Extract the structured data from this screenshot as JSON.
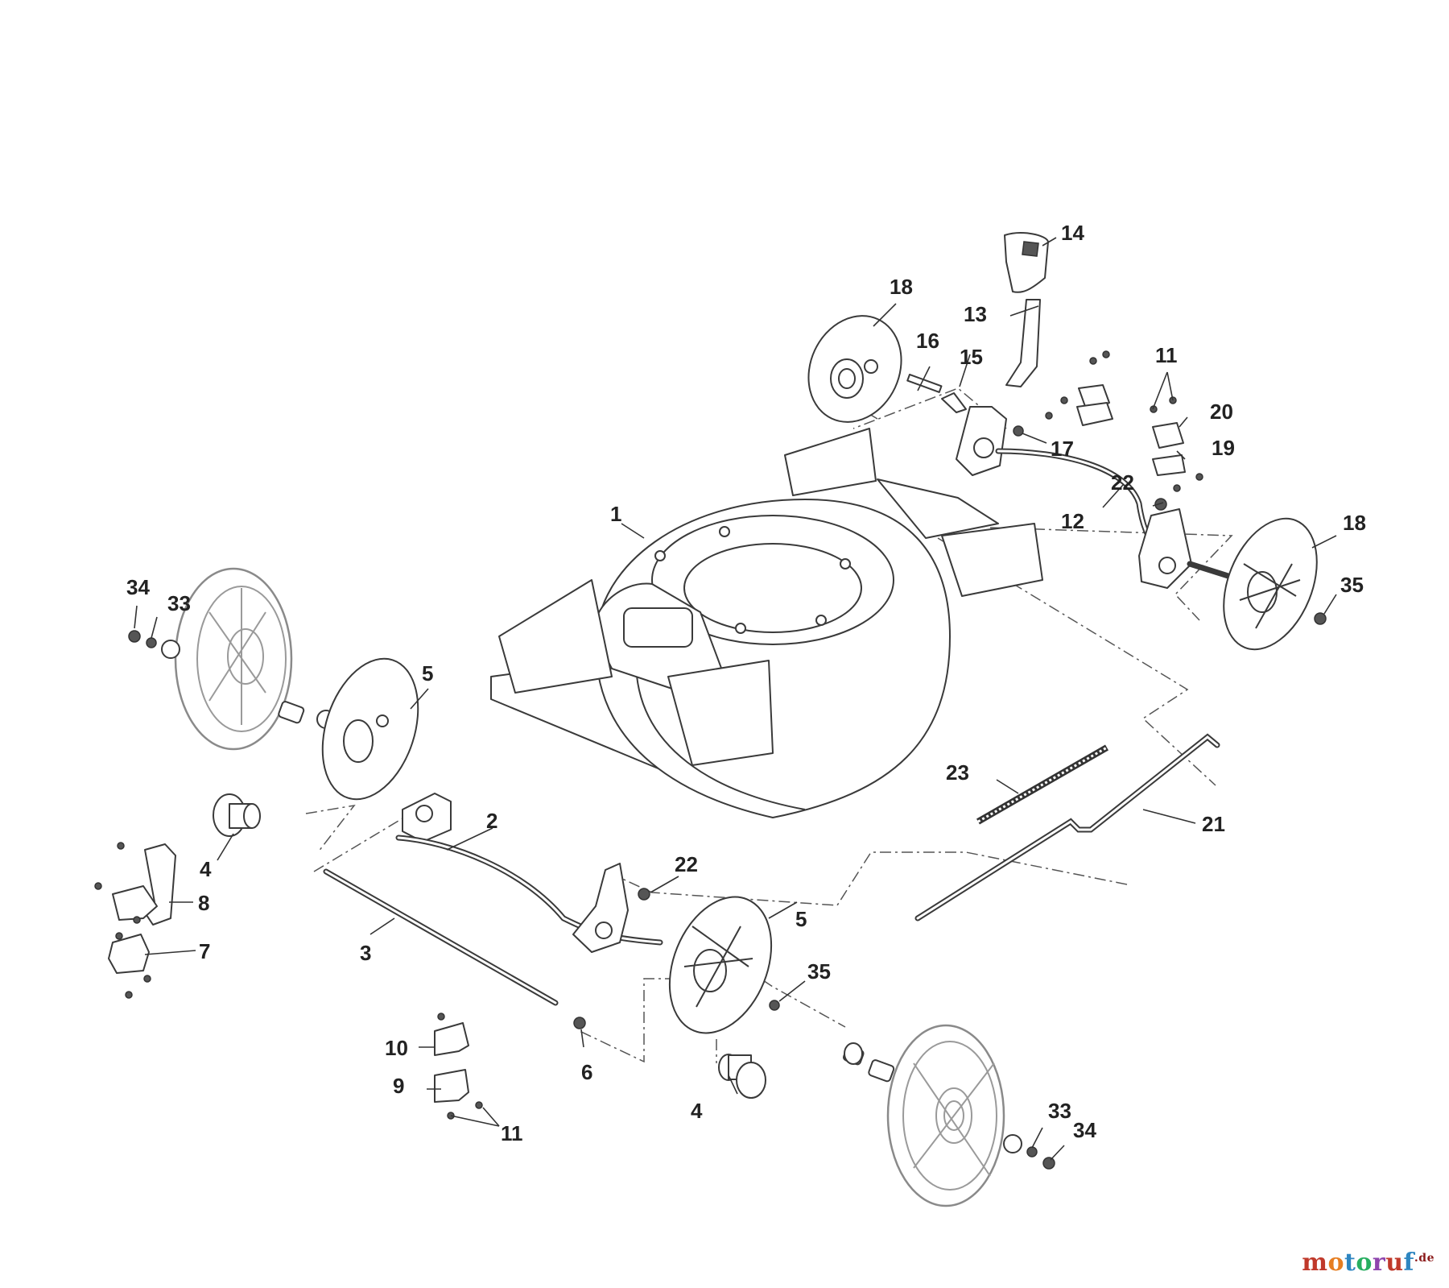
{
  "parts": {
    "p1": "1",
    "p2": "2",
    "p3": "3",
    "p4a": "4",
    "p4b": "4",
    "p5a": "5",
    "p5b": "5",
    "p6": "6",
    "p7": "7",
    "p8": "8",
    "p9": "9",
    "p10": "10",
    "p11a": "11",
    "p11b": "11",
    "p12": "12",
    "p13": "13",
    "p14": "14",
    "p15": "15",
    "p16": "16",
    "p17": "17",
    "p18a": "18",
    "p18b": "18",
    "p19": "19",
    "p20": "20",
    "p21": "21",
    "p22a": "22",
    "p22b": "22",
    "p23": "23",
    "p33a": "33",
    "p33b": "33",
    "p34a": "34",
    "p34b": "34",
    "p35a": "35",
    "p35b": "35"
  },
  "watermark": {
    "letters": [
      "m",
      "o",
      "t",
      "o",
      "r",
      "u",
      "f"
    ],
    "colors": [
      "#c0392b",
      "#e67e22",
      "#2e86c1",
      "#27ae60",
      "#8e44ad",
      "#c0392b",
      "#2e86c1"
    ],
    "tld": ".de"
  }
}
